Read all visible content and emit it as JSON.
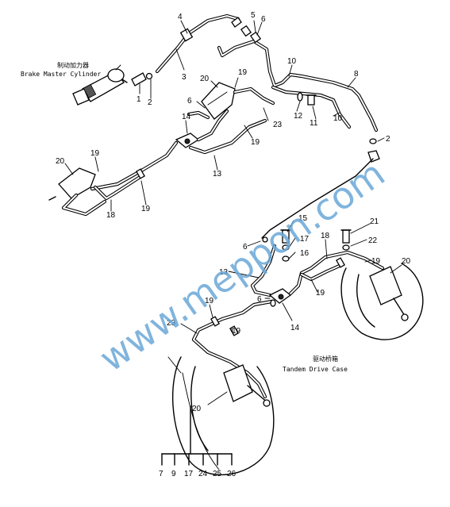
{
  "captions": {
    "brake_master_cn": "制动加力器",
    "brake_master_en": "Brake Master Cylinder",
    "tandem_cn": "驱动桥箱",
    "tandem_en": "Tandem Drive Case"
  },
  "watermark": "www.meppon.com",
  "callouts": {
    "c1": "1",
    "c2": "2",
    "c3": "3",
    "c4": "4",
    "c5": "5",
    "c6": "6",
    "c6b": "6",
    "c6c": "6",
    "c6d": "6",
    "c8": "8",
    "c10": "10",
    "c10b": "10",
    "c11": "11",
    "c12": "12",
    "c13": "13",
    "c13b": "13",
    "c14": "14",
    "c14b": "14",
    "c15": "15",
    "c16": "16",
    "c17": "17",
    "c18": "18",
    "c18b": "18",
    "c19a": "19",
    "c19b": "19",
    "c19c": "19",
    "c19d": "19",
    "c19e": "19",
    "c19f": "19",
    "c19g": "19",
    "c19h": "19",
    "c20a": "20",
    "c20b": "20",
    "c20c": "20",
    "c20d": "20",
    "c21": "21",
    "c22": "22",
    "c23": "23",
    "c23b": "23",
    "c2b": "2"
  },
  "bottom_callouts": [
    "7",
    "9",
    "17",
    "24",
    "25",
    "26"
  ]
}
